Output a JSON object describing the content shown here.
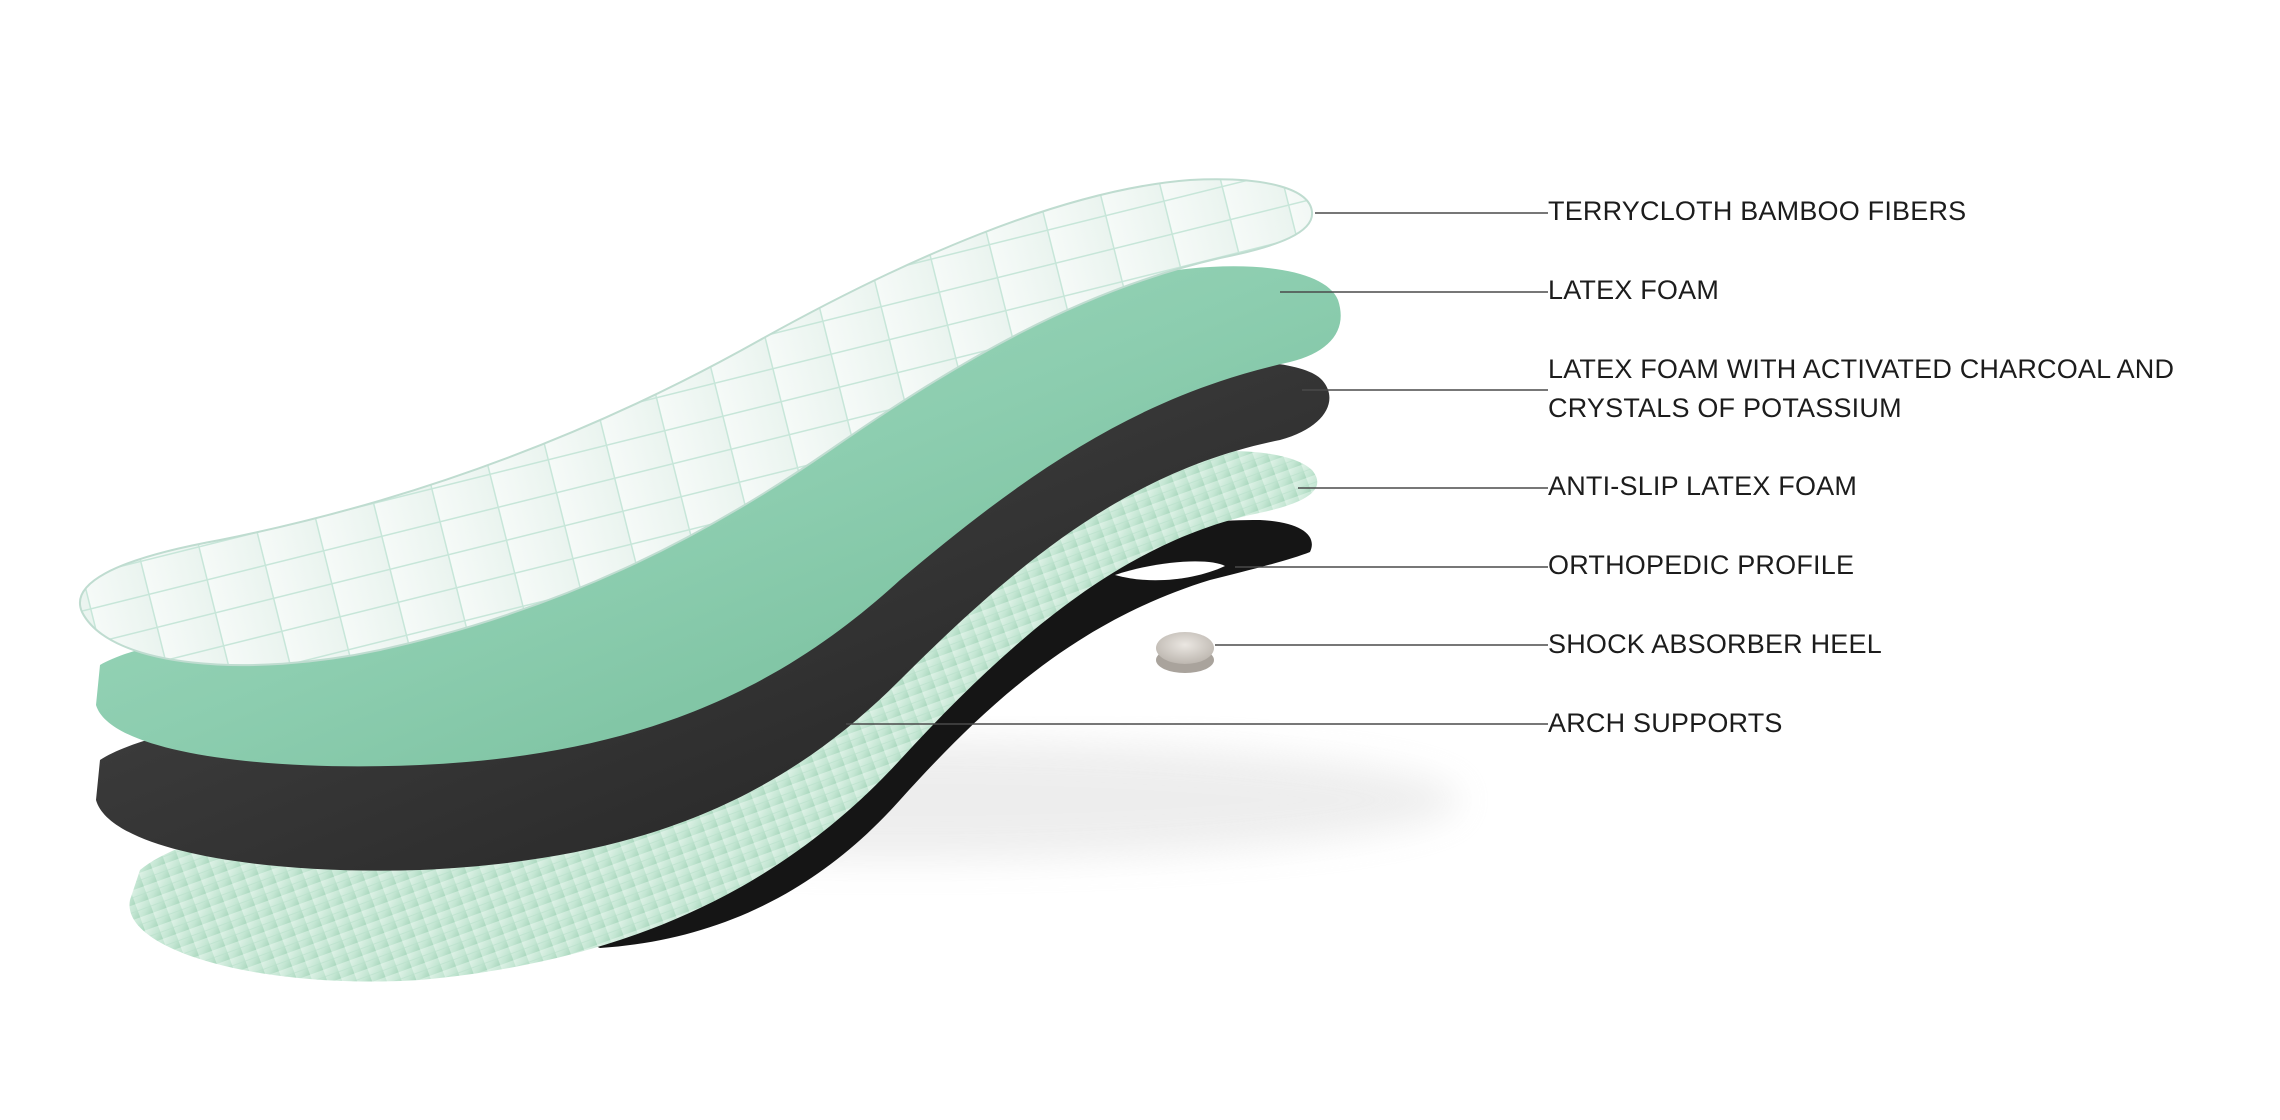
{
  "layers": [
    {
      "id": "terrycloth",
      "label": "TERRYCLOTH BAMBOO FIBERS"
    },
    {
      "id": "latex-foam",
      "label": "LATEX FOAM"
    },
    {
      "id": "charcoal-foam",
      "label": "LATEX FOAM WITH ACTIVATED CHARCOAL AND",
      "label_line2": "CRYSTALS OF POTASSIUM"
    },
    {
      "id": "anti-slip",
      "label": "ANTI-SLIP LATEX FOAM"
    },
    {
      "id": "orthopedic",
      "label": "ORTHOPEDIC PROFILE"
    },
    {
      "id": "shock-absorber",
      "label": "SHOCK ABSORBER HEEL"
    },
    {
      "id": "arch-supports",
      "label": "ARCH SUPPORTS"
    }
  ],
  "colors": {
    "terrycloth": "#eef6f2",
    "terrycloth_grid": "#c7e6d9",
    "latex_foam": "#8fcfb0",
    "charcoal": "#3a3a3a",
    "anti_slip": "#cfeadb",
    "orthopedic": "#141414",
    "shock_absorber": "#cfcac4",
    "leader_line": "#4a4a4a",
    "text": "#1c1c1c"
  }
}
